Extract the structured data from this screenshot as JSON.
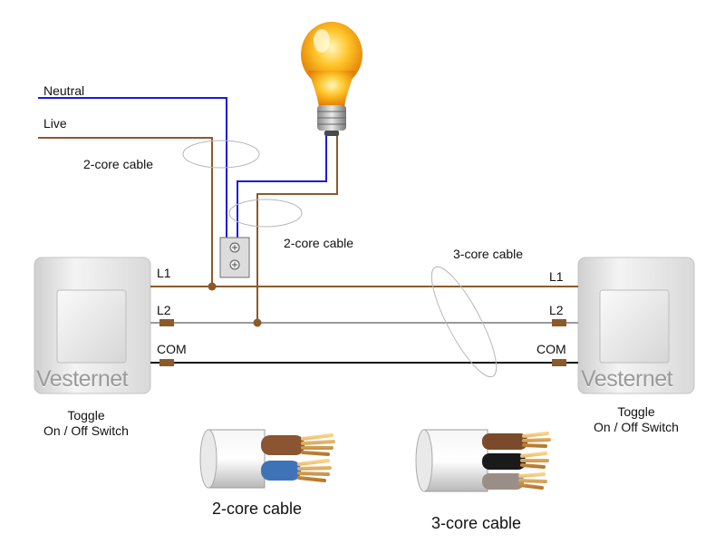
{
  "labels": {
    "neutral": "Neutral",
    "live": "Live",
    "cable_2core_a": "2-core cable",
    "cable_2core_b": "2-core cable",
    "cable_3core": "3-core cable",
    "left_l1": "L1",
    "left_l2": "L2",
    "left_com": "COM",
    "right_l1": "L1",
    "right_l2": "L2",
    "right_com": "COM"
  },
  "switches": {
    "brand": "Vesternet",
    "left_caption_1": "Toggle",
    "left_caption_2": "On / Off Switch",
    "right_caption_1": "Toggle",
    "right_caption_2": "On / Off Switch"
  },
  "legend": {
    "two_core": "2-core cable",
    "three_core": "3-core cable"
  },
  "colors": {
    "live_brown": "#8B5A2B",
    "neutral_blue": "#1a1adf",
    "grey_core": "#9a9a9a",
    "black_core": "#111111"
  }
}
